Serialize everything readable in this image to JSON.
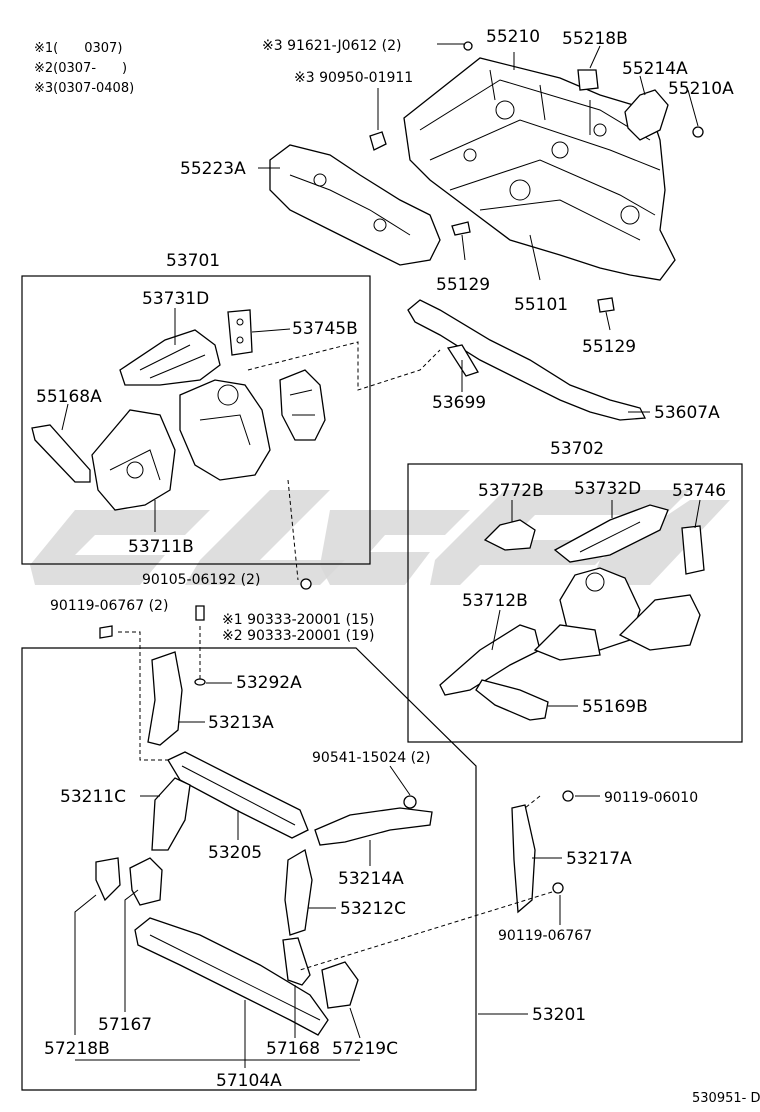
{
  "notes": {
    "n1": "※1(　　0307)",
    "n2": "※2(0307-　　)",
    "n3": "※3(0307-0408)"
  },
  "labels": {
    "p91621": "※3 91621-J0612 (2)",
    "p90950": "※3 90950-01911",
    "p55210": "55210",
    "p55218B": "55218B",
    "p55214A": "55214A",
    "p55210A": "55210A",
    "p55223A": "55223A",
    "p55129a": "55129",
    "p55101": "55101",
    "p55129b": "55129",
    "p53701": "53701",
    "p53731D": "53731D",
    "p53745B": "53745B",
    "p55168A": "55168A",
    "p53711B": "53711B",
    "p53699": "53699",
    "p53607A": "53607A",
    "p53702": "53702",
    "p53772B": "53772B",
    "p53732D": "53732D",
    "p53746": "53746",
    "p53712B": "53712B",
    "p55169B": "55169B",
    "p90105": "90105-06192 (2)",
    "p90119a": "90119-06767 (2)",
    "p90333a": "※1 90333-20001 (15)",
    "p90333b": "※2 90333-20001 (19)",
    "p53292A": "53292A",
    "p53213A": "53213A",
    "p90541": "90541-15024 (2)",
    "p53211C": "53211C",
    "p53205": "53205",
    "p90119b": "90119-06010",
    "p53214A": "53214A",
    "p53217A": "53217A",
    "p53212C": "53212C",
    "p90119c": "90119-06767",
    "p57167": "57167",
    "p53201": "53201",
    "p57218B": "57218B",
    "p57168": "57168",
    "p57219C": "57219C",
    "p57104A": "57104A"
  },
  "footer": {
    "code": "530951- D"
  }
}
